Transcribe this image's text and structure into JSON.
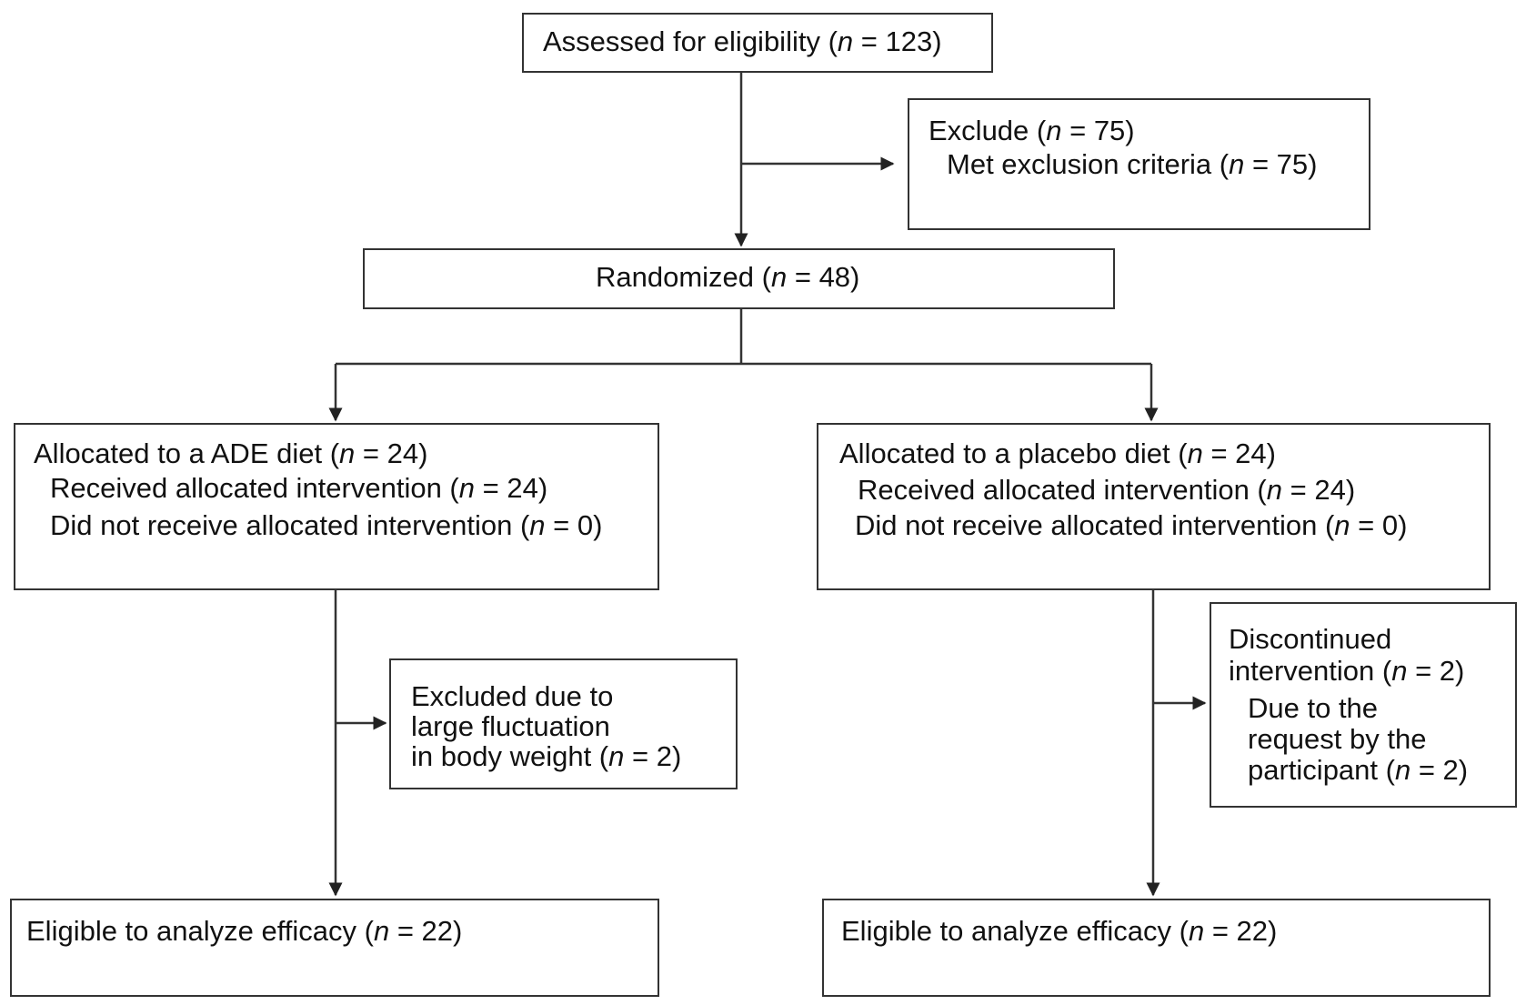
{
  "flow": {
    "assessed": {
      "label": "Assessed for eligibility (",
      "n": "n",
      "rest": " = 123)"
    },
    "exclude": {
      "title": {
        "label": "Exclude (",
        "n": "n",
        "rest": " = 75)"
      },
      "reason": {
        "label": "Met exclusion criteria (",
        "n": "n",
        "rest": " = 75)"
      }
    },
    "randomized": {
      "label": "Randomized (",
      "n": "n",
      "rest": " = 48)"
    },
    "arm_ade": {
      "allocated": {
        "label": "Allocated to a ADE diet (",
        "n": "n",
        "rest": " = 24)"
      },
      "received": {
        "label": "Received allocated intervention (",
        "n": "n",
        "rest": " = 24)"
      },
      "not_received": {
        "label": "Did not receive allocated intervention (",
        "n": "n",
        "rest": " = 0)"
      },
      "excluded": {
        "line1": "Excluded due to",
        "line2": "large fluctuation",
        "line3": {
          "label": "in body weight (",
          "n": "n",
          "rest": " = 2)"
        }
      },
      "eligible": {
        "label": "Eligible to analyze efficacy (",
        "n": "n",
        "rest": " = 22)"
      }
    },
    "arm_placebo": {
      "allocated": {
        "label": "Allocated to a placebo diet (",
        "n": "n",
        "rest": " = 24)"
      },
      "received": {
        "label": "Received allocated intervention (",
        "n": "n",
        "rest": " = 24)"
      },
      "not_received": {
        "label": "Did not receive allocated intervention (",
        "n": "n",
        "rest": " = 0)"
      },
      "discontinued": {
        "line1": "Discontinued",
        "line2": {
          "label": "intervention (",
          "n": "n",
          "rest": " = 2)"
        },
        "line3": "Due to the",
        "line4": "request by the",
        "line5": {
          "label": "participant (",
          "n": "n",
          "rest": " = 2)"
        }
      },
      "eligible": {
        "label": "Eligible to analyze efficacy (",
        "n": "n",
        "rest": " = 22)"
      }
    }
  }
}
